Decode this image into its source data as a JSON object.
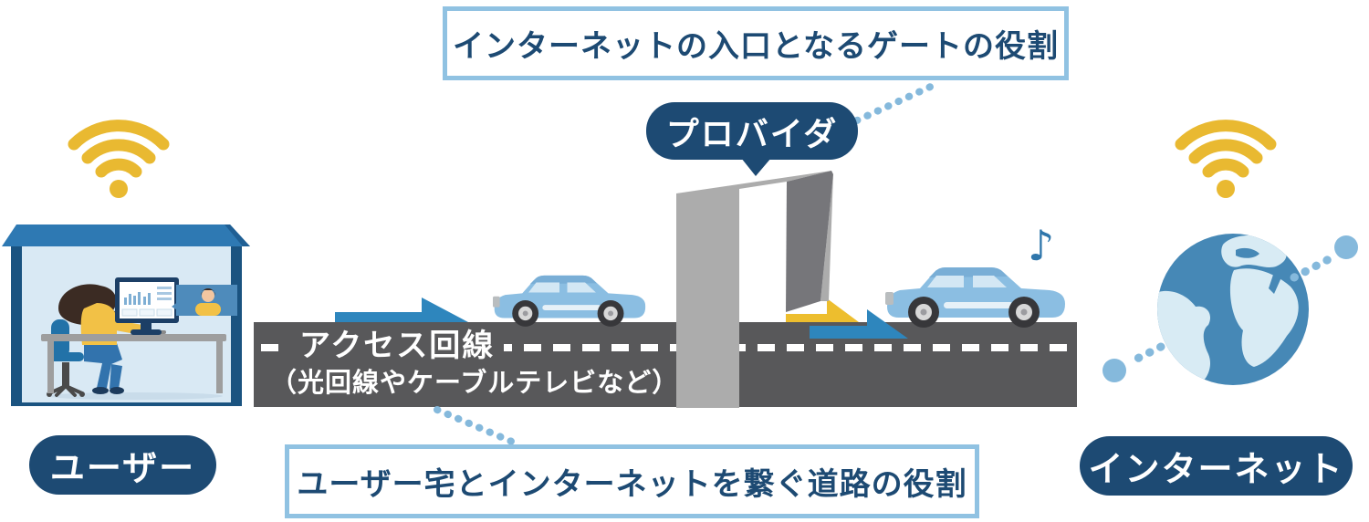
{
  "labels": {
    "gate_role_callout": "インターネットの入口となるゲートの役割",
    "provider": "プロバイダ",
    "road_role_callout": "ユーザー宅とインターネットを繋ぐ道路の役割",
    "user": "ユーザー",
    "internet": "インターネット",
    "access_line": "アクセス回線",
    "access_line_note": "（光回線やケーブルテレビなど）",
    "music_note": "♪"
  },
  "icons": {
    "wifi_user": "wifi-icon",
    "wifi_internet": "wifi-icon",
    "globe": "globe-icon",
    "music_note": "music-note-icon",
    "flow_arrows": "arrow-right-icon",
    "provider_gate": "gate-shape",
    "user_house": "house-illustration",
    "data_cars": "car-icon",
    "connector_dots": "dotted-line"
  },
  "colors": {
    "navy": "#1d4a73",
    "callout-border": "#90c2e2",
    "dot-blue": "#85b9dc",
    "road-gray": "#58585a",
    "gate-light": "#acacac",
    "gate-dark": "#76767a",
    "wifi-yellow": "#e9b931",
    "arrow-yellow": "#edbe2e",
    "arrow-blue": "#2e86bd",
    "car-body": "#8bbee2",
    "car-roof": "#79aed6",
    "car-window": "#d3e7f4",
    "globe-ocean": "#4688b6",
    "globe-land": "#d8ebf4",
    "house-roof": "#2e79b3",
    "house-roof-edge": "#1f5f94",
    "house-wall": "#d9e9f4",
    "house-frame": "#1a5380",
    "note-blue": "#2f76ab"
  }
}
